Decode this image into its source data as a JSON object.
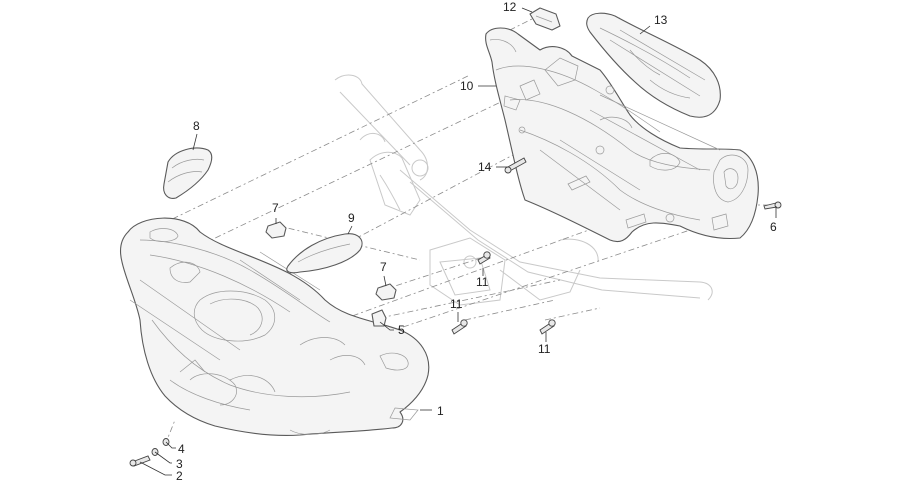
{
  "diagram": {
    "callouts": [
      {
        "id": "c1",
        "label": "1"
      },
      {
        "id": "c2",
        "label": "2"
      },
      {
        "id": "c3",
        "label": "3"
      },
      {
        "id": "c4",
        "label": "4"
      },
      {
        "id": "c5",
        "label": "5"
      },
      {
        "id": "c6",
        "label": "6"
      },
      {
        "id": "c7a",
        "label": "7"
      },
      {
        "id": "c7b",
        "label": "7"
      },
      {
        "id": "c8",
        "label": "8"
      },
      {
        "id": "c9",
        "label": "9"
      },
      {
        "id": "c10",
        "label": "10"
      },
      {
        "id": "c11a",
        "label": "11"
      },
      {
        "id": "c11b",
        "label": "11"
      },
      {
        "id": "c11c",
        "label": "11"
      },
      {
        "id": "c12",
        "label": "12"
      },
      {
        "id": "c13",
        "label": "13"
      },
      {
        "id": "c14",
        "label": "14"
      }
    ]
  }
}
